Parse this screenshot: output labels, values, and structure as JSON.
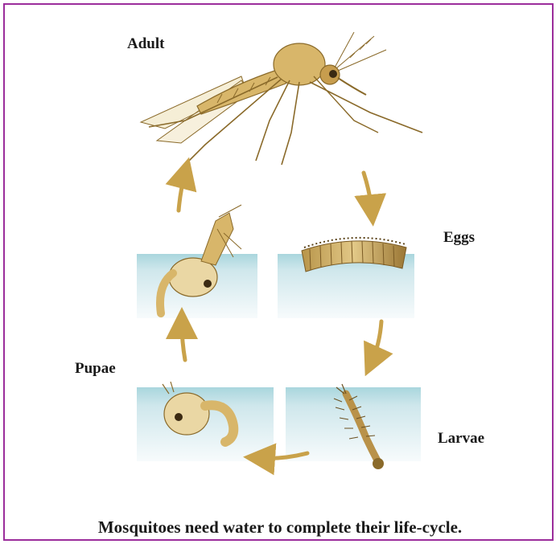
{
  "diagram": {
    "stages": {
      "adult": "Adult",
      "eggs": "Eggs",
      "larvae": "Larvae",
      "pupae": "Pupae"
    },
    "caption": "Mosquitoes need water to complete their life-cycle."
  },
  "colors": {
    "frame_border": "#9b2d9b",
    "water": "#cfe7ec",
    "water_edge": "#9fcfd6",
    "insect_body": "#d8b66a",
    "insect_dark": "#8a6a2a",
    "arrow": "#c9a24a"
  },
  "icons": [
    "mosquito-adult-illustration",
    "egg-raft-illustration",
    "larva-illustration",
    "pupa-illustration",
    "cycle-arrow"
  ]
}
